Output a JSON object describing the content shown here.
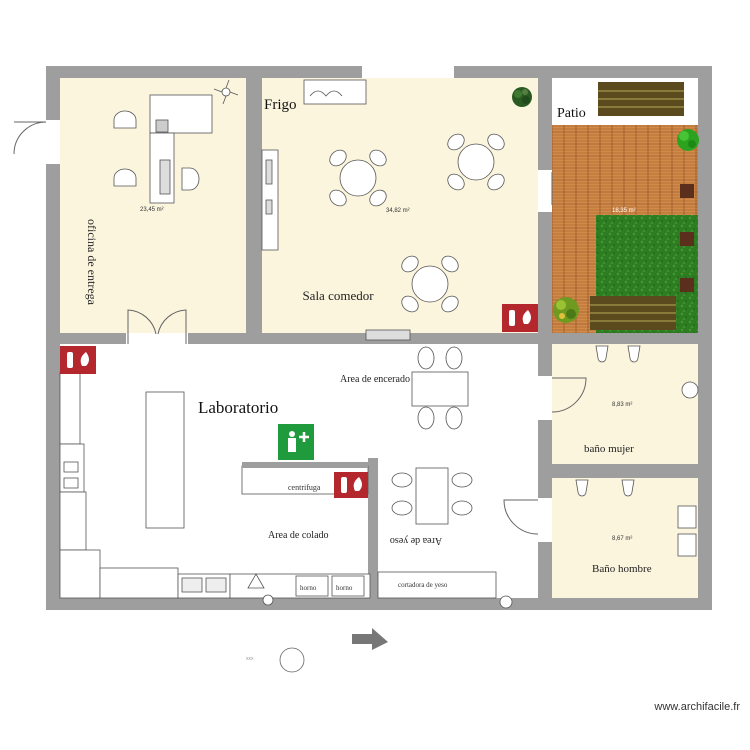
{
  "rooms": {
    "oficina": {
      "label": "oficina de entrega",
      "area": "23,45 m²"
    },
    "sala": {
      "label": "Sala comedor",
      "area": "34,82 m²"
    },
    "frigo": {
      "label": "Frigo"
    },
    "patio": {
      "label": "Patio",
      "area": "18,35 m²"
    },
    "laboratorio": {
      "label": "Laboratorio"
    },
    "encerado": {
      "label": "Area de encerado"
    },
    "colado": {
      "label": "Area de colado"
    },
    "yeso": {
      "label": "Area de yeso"
    },
    "bano_mujer": {
      "label": "baño mujer",
      "area": "8,83 m²"
    },
    "bano_hombre": {
      "label": "Baño hombre",
      "area": "8,67 m²"
    }
  },
  "equipment": {
    "centrifuga": "centrifuga",
    "horno1": "horno",
    "horno2": "horno",
    "cortadora": "cortadora de yeso"
  },
  "footer": {
    "watermark": "www.archifacile.fr"
  },
  "colors": {
    "wall": "#9e9e9e",
    "room_floor": "#fbf5de",
    "grass": "#2f7d22",
    "deck": "#d28a4a",
    "safety_green": "#1f9a3c",
    "fire_red": "#b3272d"
  }
}
